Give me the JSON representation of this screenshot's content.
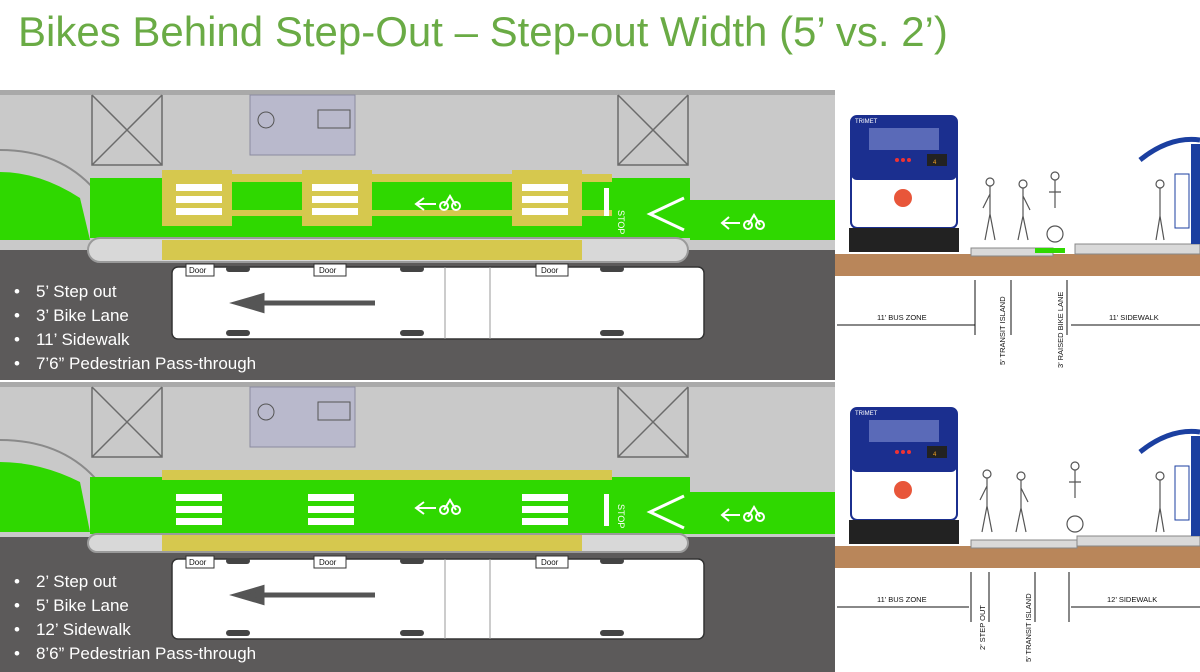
{
  "title": "Bikes Behind Step-Out – Step-out Width (5’ vs. 2’)",
  "plan_top": {
    "bullets": [
      "5’ Step out",
      "3’ Bike Lane",
      "11’ Sidewalk",
      "7’6” Pedestrian Pass-through"
    ],
    "door_labels": [
      "Door",
      "Door",
      "Door"
    ],
    "stop_label": "STOP"
  },
  "plan_bottom": {
    "bullets": [
      "2’ Step out",
      "5’ Bike Lane",
      "12’ Sidewalk",
      "8’6” Pedestrian Pass-through"
    ],
    "door_labels": [
      "Door",
      "Door",
      "Door"
    ],
    "stop_label": "STOP"
  },
  "section_top": {
    "bus_number": "4",
    "bus_brand": "TRIMET",
    "dimensions": [
      "11’ BUS ZONE",
      "5’ TRANSIT ISLAND",
      "3’ RAISED BIKE LANE",
      "11’ SIDEWALK"
    ]
  },
  "section_bottom": {
    "bus_number": "4",
    "bus_brand": "TRIMET",
    "dimensions": [
      "11’ BUS ZONE",
      "2’ STEP OUT",
      "5’ TRANSIT ISLAND",
      "12’ SIDEWALK"
    ]
  },
  "colors": {
    "title": "#6aab45",
    "bike_lane": "#2fd800",
    "road": "#5c5a5a",
    "sidewalk": "#c9c9c9",
    "tactile": "#d6c84e",
    "bus_blue": "#1b2f8f"
  }
}
